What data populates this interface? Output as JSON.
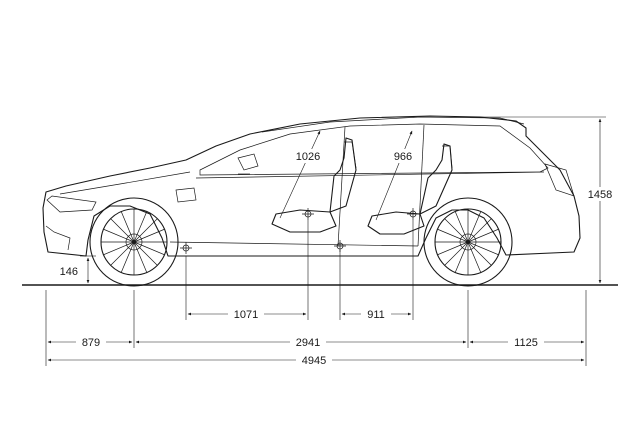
{
  "dimensions": {
    "wheelbase": "2941",
    "overall_length": "4945",
    "front_overhang": "879",
    "rear_overhang": "1125",
    "height": "1458",
    "ground_clearance": "146",
    "front_legroom": "1071",
    "rear_legroom": "911",
    "front_headroom": "1026",
    "rear_headroom": "966"
  }
}
